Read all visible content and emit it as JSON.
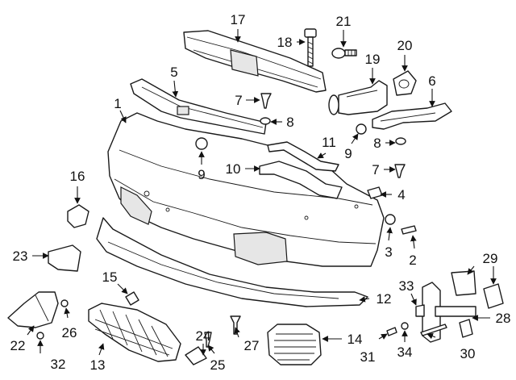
{
  "diagram": {
    "callouts": [
      {
        "id": "c1",
        "text": "1"
      },
      {
        "id": "c2",
        "text": "2"
      },
      {
        "id": "c3",
        "text": "3"
      },
      {
        "id": "c4",
        "text": "4"
      },
      {
        "id": "c5",
        "text": "5"
      },
      {
        "id": "c6",
        "text": "6"
      },
      {
        "id": "c7a",
        "text": "7"
      },
      {
        "id": "c7b",
        "text": "7"
      },
      {
        "id": "c8a",
        "text": "8"
      },
      {
        "id": "c8b",
        "text": "8"
      },
      {
        "id": "c9a",
        "text": "9"
      },
      {
        "id": "c9b",
        "text": "9"
      },
      {
        "id": "c10",
        "text": "10"
      },
      {
        "id": "c11",
        "text": "11"
      },
      {
        "id": "c12",
        "text": "12"
      },
      {
        "id": "c13",
        "text": "13"
      },
      {
        "id": "c14",
        "text": "14"
      },
      {
        "id": "c15",
        "text": "15"
      },
      {
        "id": "c16",
        "text": "16"
      },
      {
        "id": "c17",
        "text": "17"
      },
      {
        "id": "c18",
        "text": "18"
      },
      {
        "id": "c19",
        "text": "19"
      },
      {
        "id": "c20",
        "text": "20"
      },
      {
        "id": "c21",
        "text": "21"
      },
      {
        "id": "c22",
        "text": "22"
      },
      {
        "id": "c23",
        "text": "23"
      },
      {
        "id": "c24",
        "text": "24"
      },
      {
        "id": "c25",
        "text": "25"
      },
      {
        "id": "c26",
        "text": "26"
      },
      {
        "id": "c27",
        "text": "27"
      },
      {
        "id": "c28",
        "text": "28"
      },
      {
        "id": "c29",
        "text": "29"
      },
      {
        "id": "c30",
        "text": "30"
      },
      {
        "id": "c31",
        "text": "31"
      },
      {
        "id": "c32",
        "text": "32"
      },
      {
        "id": "c33",
        "text": "33"
      },
      {
        "id": "c34",
        "text": "34"
      }
    ]
  }
}
